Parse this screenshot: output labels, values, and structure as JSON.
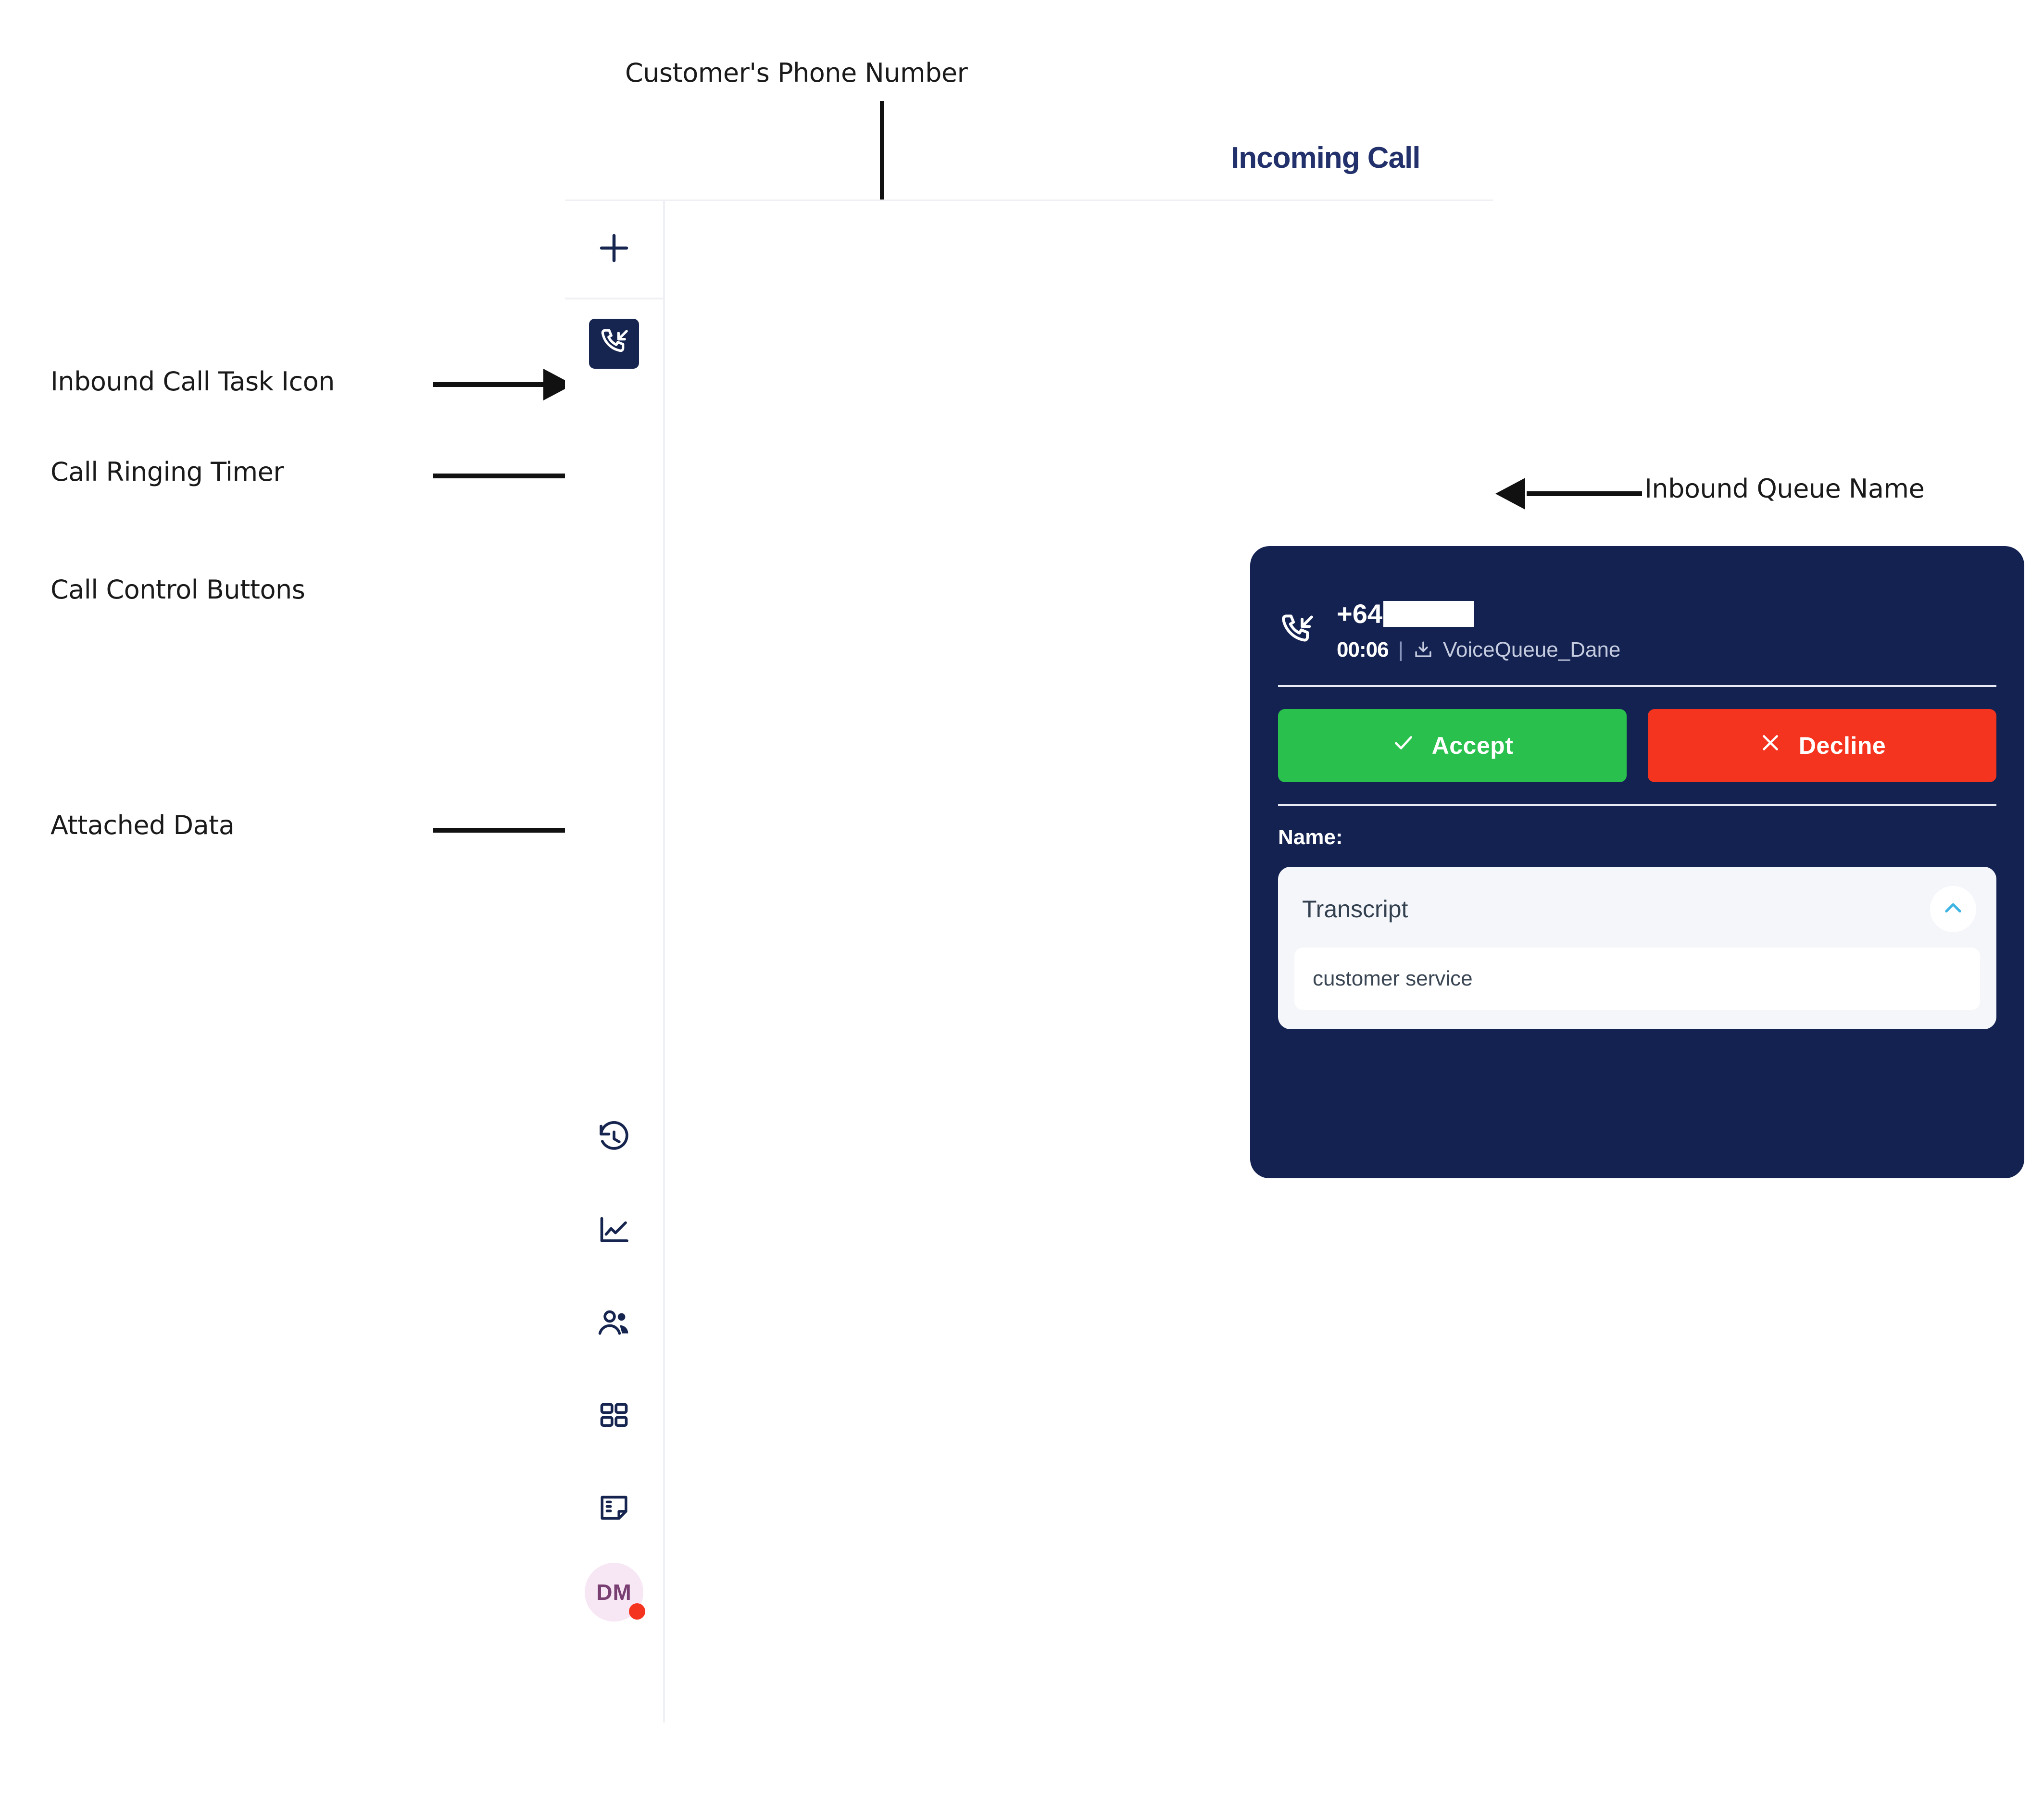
{
  "annotations": [
    {
      "id": "customers-phone-number",
      "label": "Customer's Phone Number"
    },
    {
      "id": "inbound-call-task-icon",
      "label": "Inbound Call Task Icon"
    },
    {
      "id": "call-ringing-timer",
      "label": "Call Ringing Timer"
    },
    {
      "id": "call-control-buttons",
      "label": "Call Control Buttons"
    },
    {
      "id": "attached-data",
      "label": "Attached Data"
    },
    {
      "id": "inbound-queue-name",
      "label": "Inbound Queue Name"
    }
  ],
  "header": {
    "title": "Incoming Call"
  },
  "sidebar": {
    "add_icon": "plus-icon",
    "task_icon": "inbound-call-icon",
    "items": [
      {
        "icon": "history-icon",
        "name": "history"
      },
      {
        "icon": "line-chart-icon",
        "name": "insights"
      },
      {
        "icon": "contacts-icon",
        "name": "contacts"
      },
      {
        "icon": "apps-grid-icon",
        "name": "apps"
      },
      {
        "icon": "notes-icon",
        "name": "notes"
      }
    ],
    "avatar": {
      "initials": "DM",
      "status": "busy",
      "status_color": "#f5341f",
      "background": "#f7e6f4"
    }
  },
  "call_card": {
    "direction_icon": "inbound-call-icon",
    "phone_number_prefix": "+64",
    "phone_number_redacted": true,
    "timer": "00:06",
    "separator": "|",
    "queue_icon": "download-inbox-icon",
    "queue_name": "VoiceQueue_Dane",
    "accept_label": "Accept",
    "accept_icon": "check-icon",
    "accept_color": "#29c04d",
    "decline_label": "Decline",
    "decline_icon": "close-x-icon",
    "decline_color": "#f5341f",
    "name_label": "Name:",
    "name_value": "",
    "transcript": {
      "title": "Transcript",
      "toggle_icon": "chevron-up-icon",
      "toggle_color": "#3bb3e3",
      "value": "customer service"
    },
    "background": "#142251"
  }
}
